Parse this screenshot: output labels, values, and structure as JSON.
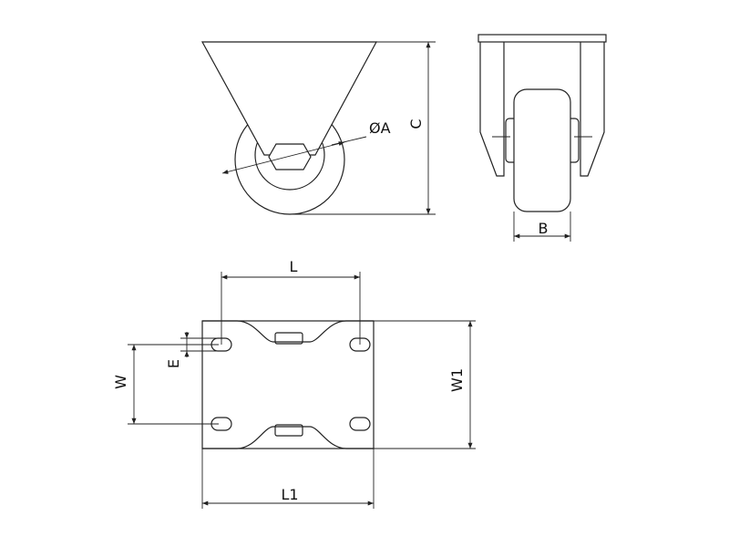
{
  "labels": {
    "diameter": "ØA",
    "height": "C",
    "wheel_width": "B",
    "hole_spacing_length": "L",
    "plate_length": "L1",
    "hole_spacing_width": "W",
    "plate_width": "W1",
    "slot_size": "E"
  },
  "colors": {
    "line": "#222222",
    "background": "#ffffff"
  }
}
